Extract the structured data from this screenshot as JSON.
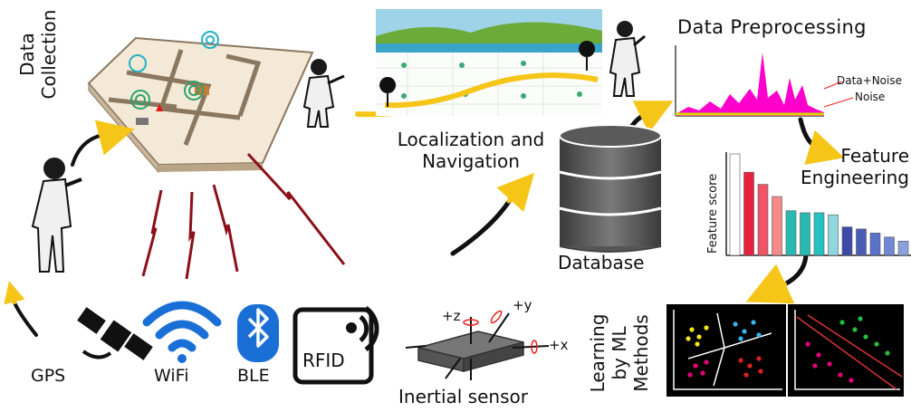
{
  "stage_labels": {
    "data_collection": [
      "Data",
      "Collection"
    ],
    "localization": [
      "Localization and",
      "Navigation"
    ],
    "data_preprocessing": "Data Preprocessing",
    "feature_engineering": [
      "Feature",
      "Engineering"
    ],
    "database": "Database",
    "learning": [
      "Learning",
      "by ML",
      "Methods"
    ]
  },
  "sensors": {
    "gps": "GPS",
    "wifi": "WiFi",
    "ble": "BLE",
    "rfid": "RFID",
    "inertial": "Inertial sensor"
  },
  "inertial_axes": {
    "z": "+z",
    "y": "+y",
    "x": "+x"
  },
  "preprocessing_legend": {
    "data_noise": "Data+Noise",
    "noise": "Noise"
  },
  "feature_chart": {
    "ylabel": "Feature score",
    "values": [
      1.0,
      0.82,
      0.7,
      0.58,
      0.44,
      0.42,
      0.42,
      0.4,
      0.28,
      0.26,
      0.22,
      0.18,
      0.14
    ],
    "colors": [
      "#ffffff",
      "#e8223e",
      "#ee5566",
      "#f58a8a",
      "#28b9b0",
      "#28b9b0",
      "#26c1c1",
      "#8fd7df",
      "#3d4aa8",
      "#4a5cb8",
      "#5a72c8",
      "#6f88d4",
      "#8aa0dc"
    ]
  },
  "colors": {
    "arrow_yellow": "#f5c518",
    "signal_red": "#8b0f1a",
    "sensor_blue": "#1a6fd6",
    "noise_magenta": "#ff00cc"
  }
}
